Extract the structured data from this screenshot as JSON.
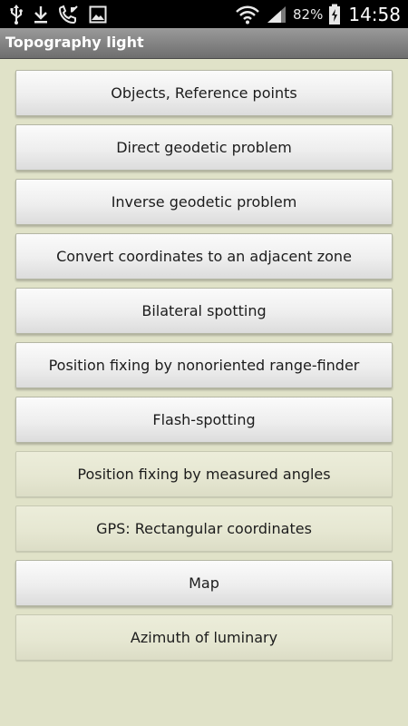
{
  "status_bar": {
    "left_icons": [
      "usb-icon",
      "download-icon",
      "call-forward-icon",
      "gallery-icon"
    ],
    "right_icons": [
      "wifi-icon",
      "signal-icon",
      "battery-charging-icon"
    ],
    "battery_percent": "82%",
    "clock": "14:58"
  },
  "app": {
    "title": "Topography light"
  },
  "menu": {
    "items": [
      {
        "label": "Objects, Reference points"
      },
      {
        "label": "Direct geodetic problem"
      },
      {
        "label": "Inverse geodetic problem"
      },
      {
        "label": "Convert coordinates to an adjacent zone"
      },
      {
        "label": "Bilateral spotting"
      },
      {
        "label": "Position fixing by nonoriented range-finder"
      },
      {
        "label": "Flash-spotting"
      },
      {
        "label": "Position fixing by measured angles"
      },
      {
        "label": "GPS: Rectangular coordinates"
      },
      {
        "label": "Map"
      },
      {
        "label": "Azimuth of luminary"
      }
    ]
  },
  "colors": {
    "background": "#e0e2c8",
    "title_bar": "#7f7f7f",
    "button_text": "#1c1c1c"
  }
}
